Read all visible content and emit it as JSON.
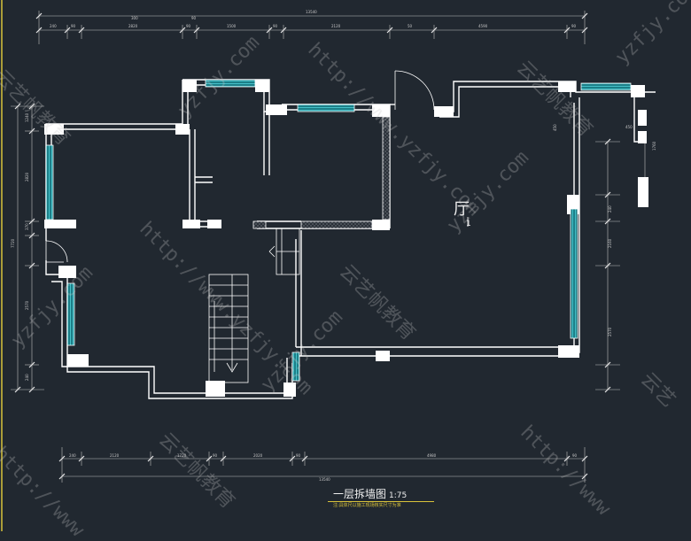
{
  "drawing": {
    "title": "一层拆墙图",
    "scale": "1:75",
    "note": "注:具体尺以施工现场核实尺寸为准",
    "room_label": "厅",
    "room_number": "1"
  },
  "watermarks": {
    "url": "http://www.yzfjy.com",
    "url_short": "yzfjy.com",
    "brand": "云艺帆教育",
    "brand_short": "云艺",
    "http_frag": "http://www"
  },
  "colors": {
    "background": "#212830",
    "wall": "#ffffff",
    "window": "#3bb0b8",
    "dimension": "#c8c8c8",
    "accent": "#d8c23a"
  }
}
